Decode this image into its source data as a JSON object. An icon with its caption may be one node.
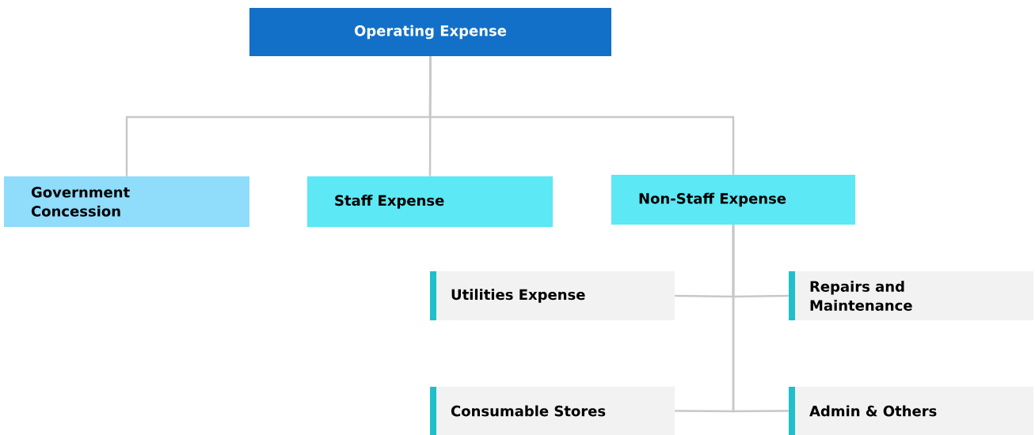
{
  "diagram": {
    "nodes": [
      {
        "text": [
          "Operating Expense"
        ]
      },
      {
        "text": [
          "Government Concession"
        ]
      },
      {
        "text": [
          "Staff Expense"
        ]
      },
      {
        "text": [
          "Non-Staff Expense"
        ]
      },
      {
        "text": [
          "Utilities Expense"
        ]
      },
      {
        "text": [
          "Repairs and Maintenance"
        ]
      },
      {
        "text": [
          "Consumable Stores"
        ]
      },
      {
        "text": [
          "Admin & Others"
        ]
      }
    ],
    "edges": [
      {
        "from": 0,
        "to": 1,
        "arrow": "none"
      },
      {
        "from": 0,
        "to": 2,
        "arrow": "none"
      },
      {
        "from": 0,
        "to": 3,
        "arrow": "none"
      },
      {
        "from": 3,
        "to": 4,
        "arrow": "none"
      },
      {
        "from": 3,
        "to": 5,
        "arrow": "none"
      },
      {
        "from": 3,
        "to": 6,
        "arrow": "none"
      },
      {
        "from": 3,
        "to": 7,
        "arrow": "none"
      }
    ]
  }
}
